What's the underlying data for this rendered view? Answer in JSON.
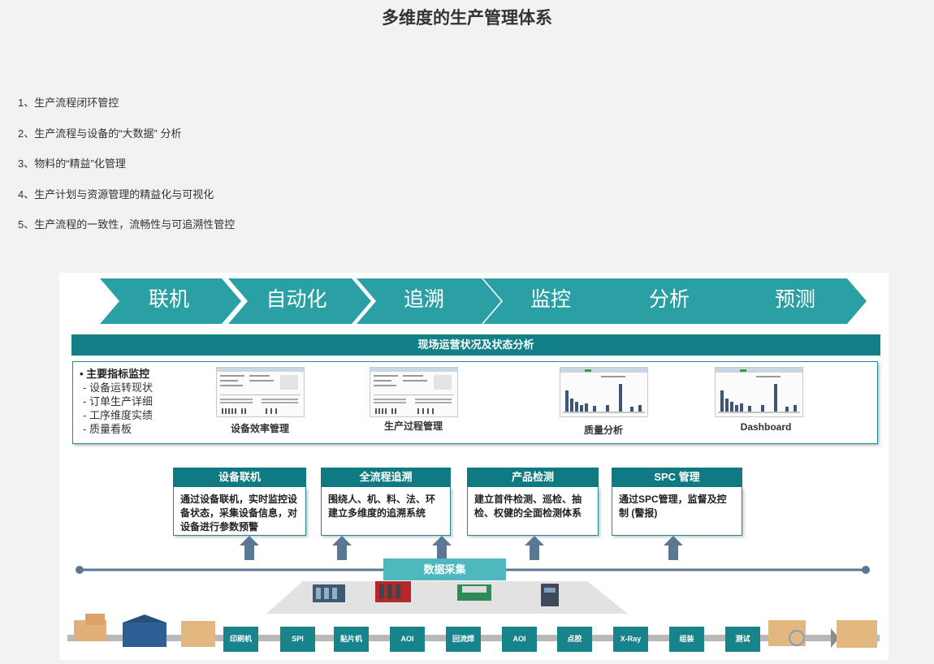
{
  "page": {
    "title": "多维度的生产管理体系",
    "points": [
      "1、生产流程闭环管控",
      "2、生产流程与设备的“大数据” 分析",
      "3、物料的“精益”化管理",
      "4、生产计划与资源管理的精益化与可视化",
      "5、生产流程的一致性，流畅性与可追溯性管控"
    ]
  },
  "figure": {
    "stages": [
      "联机",
      "自动化",
      "追溯",
      "监控",
      "分析",
      "预测"
    ],
    "status_title": "现场运营状况及状态分析",
    "kpi": {
      "head": "• 主要指标监控",
      "items": [
        "- 设备运转现状",
        "- 订单生产详细",
        "- 工序维度实绩",
        "- 质量看板"
      ]
    },
    "screens": [
      "设备效率管理",
      "生产过程管理",
      "质量分析",
      "Dashboard"
    ],
    "modules": [
      {
        "title": "设备联机",
        "body": "通过设备联机，实时监控设备状态，采集设备信息，对设备进行参数预警"
      },
      {
        "title": "全流程追溯",
        "body": "围绕人、机、料、法、环建立多维度的追溯系统"
      },
      {
        "title": "产品检测",
        "body": "建立首件检测、巡检、抽检、权健的全面检测体系"
      },
      {
        "title": "SPC 管理",
        "body": "通过SPC管理，监督及控制 (警报)"
      }
    ],
    "data_collection": "数据采集",
    "stations": [
      "印刷机",
      "SPI",
      "贴片机",
      "AOI",
      "回流焊",
      "AOI",
      "点胶",
      "X-Ray",
      "组装",
      "测试"
    ]
  },
  "colors": {
    "teal_dark": "#138088",
    "teal_mid": "#2aa0a5",
    "teal_light": "#4fb8be",
    "arrow_blue": "#5a7891",
    "background": "#f2f2f2"
  }
}
